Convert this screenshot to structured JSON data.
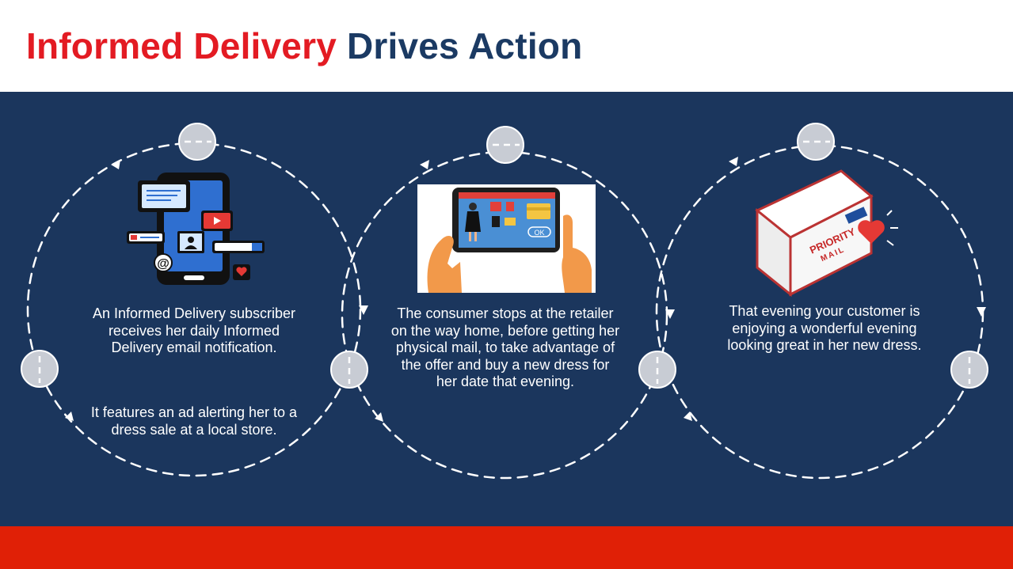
{
  "title": {
    "part1": "Informed Delivery",
    "part2": "Drives Action"
  },
  "steps": [
    {
      "paragraphs": [
        "An Informed Delivery subscriber receives her daily Informed Delivery email notification.",
        "It features an ad alerting her to a dress sale at a local store."
      ],
      "icon": "smartphone-notification-illustration"
    },
    {
      "paragraphs": [
        "The consumer stops at the retailer on the way home, before getting her physical mail, to take advantage of the offer and buy a new dress for her date that evening."
      ],
      "icon": "tablet-shopping-illustration",
      "tablet_button": "OK"
    },
    {
      "paragraphs": [
        "That evening your customer is enjoying a wonderful evening looking great in her new dress."
      ],
      "icon": "priority-mail-box-heart-illustration",
      "box_label": "PRIORITY",
      "box_label2": "MAIL"
    }
  ],
  "colors": {
    "title_red": "#e31b23",
    "title_navy": "#1b3a63",
    "panel": "#1b365d",
    "bottom_bar": "#e02006",
    "loop_dash": "#ffffff",
    "node": "#c8ccd4"
  }
}
